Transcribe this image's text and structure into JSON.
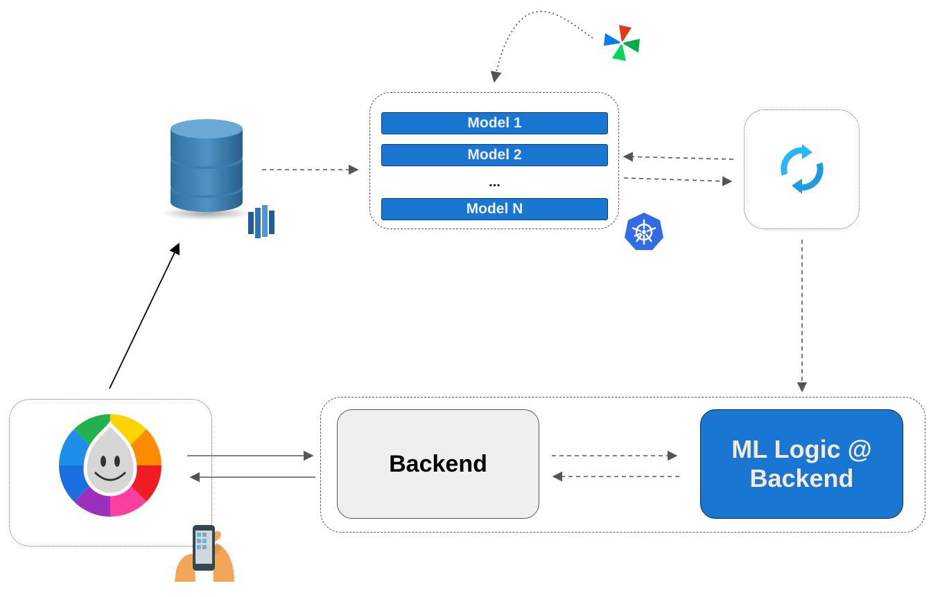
{
  "models": {
    "items": [
      {
        "label": "Model 1"
      },
      {
        "label": "Model 2"
      },
      {
        "label": "Model N"
      }
    ],
    "ellipsis": "..."
  },
  "backend": {
    "label": "Backend"
  },
  "ml_logic": {
    "line1": "ML Logic @",
    "line2": "Backend"
  },
  "icons": {
    "database": "database-cylinder-icon",
    "redshift": "aws-redshift-icon",
    "airflow": "airflow-pinwheel-icon",
    "kubernetes": "kubernetes-helm-icon",
    "sync": "sync-refresh-icon",
    "trivia_app": "trivia-crack-app-icon",
    "phone": "hand-holding-phone-icon"
  },
  "colors": {
    "model_blue": "#1976d2",
    "backend_gray": "#efefef",
    "ml_text": "#f4ead9",
    "k8s_blue": "#326ce5",
    "sync_blue": "#29b6f6"
  }
}
